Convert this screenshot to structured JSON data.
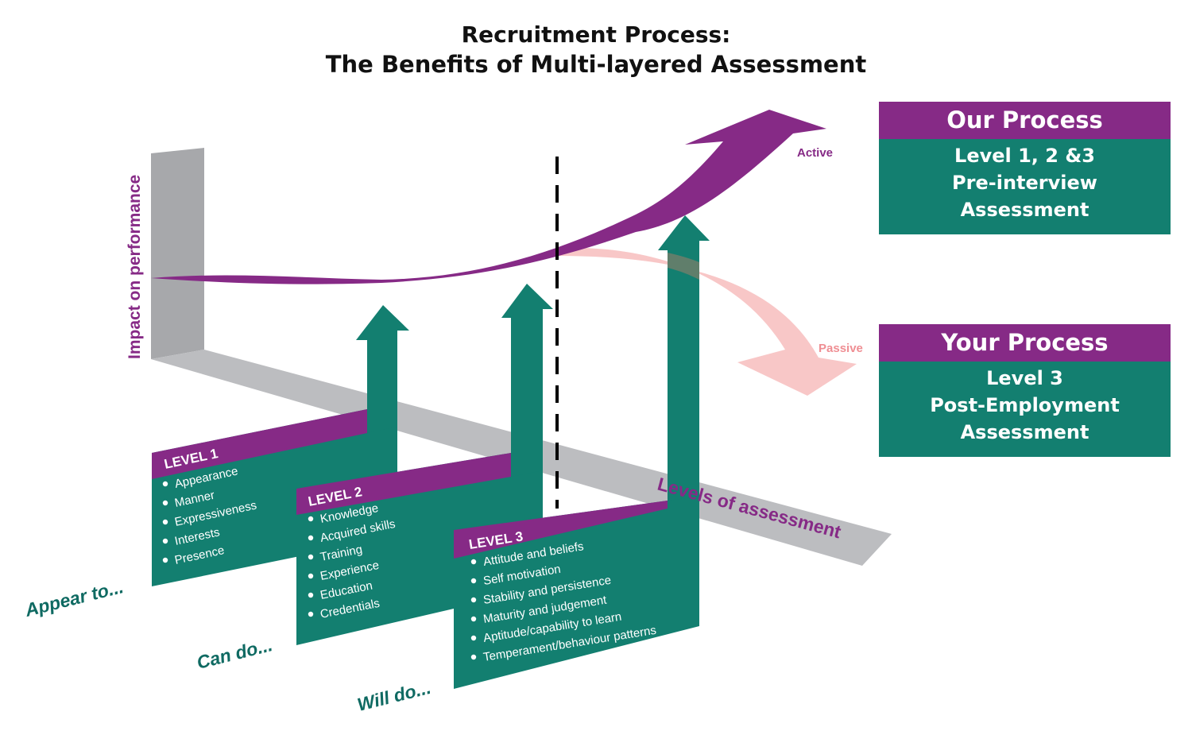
{
  "title": {
    "line1": "Recruitment Process:",
    "line2": "The Benefits of Multi-layered Assessment"
  },
  "colors": {
    "purple": "#862a86",
    "teal": "#137f70",
    "teal_dark_text": "#0f6a62",
    "gray_wall": "#a7a8ab",
    "gray_floor": "#bcbdc0",
    "passive_pink": "#f8c4c4",
    "passive_text": "#ef8e93",
    "divider": "#000000"
  },
  "axes": {
    "y_label": "Impact on performance",
    "x_label": "Levels of assessment"
  },
  "curves": {
    "active_label": "Active",
    "passive_label": "Passive"
  },
  "levels": [
    {
      "heading": "LEVEL 1",
      "caption": "Appear to...",
      "items": [
        "Appearance",
        "Manner",
        "Expressiveness",
        "Interests",
        "Presence"
      ]
    },
    {
      "heading": "LEVEL 2",
      "caption": "Can do...",
      "items": [
        "Knowledge",
        "Acquired skills",
        "Training",
        "Experience",
        "Education",
        "Credentials"
      ]
    },
    {
      "heading": "LEVEL 3",
      "caption": "Will do...",
      "items": [
        "Attitude and beliefs",
        "Self motivation",
        "Stability and persistence",
        "Maturity and judgement",
        "Aptitude/capability to learn",
        "Temperament/behaviour patterns"
      ]
    }
  ],
  "boxes": {
    "ours": {
      "header": "Our Process",
      "lines": [
        "Level 1, 2 &3",
        "Pre-interview",
        "Assessment"
      ]
    },
    "yours": {
      "header": "Your Process",
      "lines": [
        "Level 3",
        "Post-Employment",
        "Assessment"
      ]
    }
  }
}
